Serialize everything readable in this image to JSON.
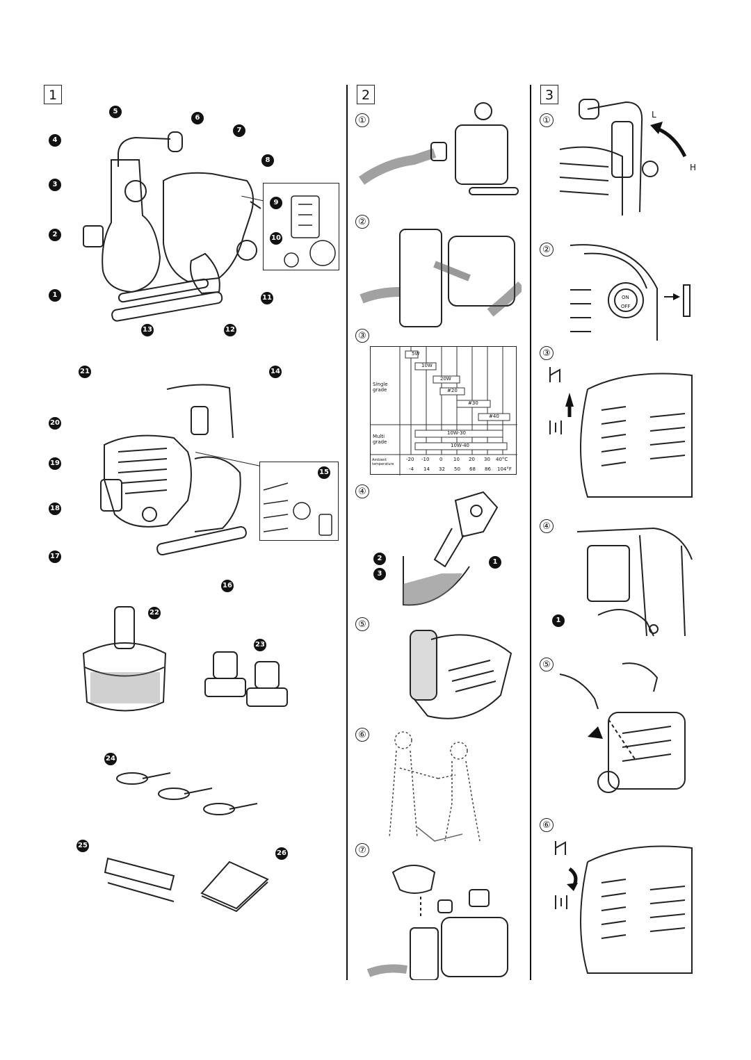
{
  "sections": [
    {
      "id": "1",
      "label": "1"
    },
    {
      "id": "2",
      "label": "2"
    },
    {
      "id": "3",
      "label": "3"
    }
  ],
  "section1": {
    "callouts": [
      "1",
      "2",
      "3",
      "4",
      "5",
      "6",
      "7",
      "8",
      "9",
      "10",
      "11",
      "12",
      "13",
      "14",
      "15",
      "16",
      "17",
      "18",
      "19",
      "20",
      "21",
      "22",
      "23",
      "24",
      "25",
      "26"
    ]
  },
  "section2": {
    "steps": [
      "①",
      "②",
      "③",
      "④",
      "⑤",
      "⑥",
      "⑦"
    ],
    "oil_chart": {
      "single_grade": "Single grade",
      "multi_grade": "Multi grade",
      "ambient": "Ambient temperature",
      "grades": [
        "5W",
        "10W",
        "20W",
        "#20",
        "#30",
        "#40",
        "10W-30",
        "10W-40"
      ],
      "celsius": [
        "-20",
        "-10",
        "0",
        "10",
        "20",
        "30",
        "40°C"
      ],
      "fahrenheit": [
        "-4",
        "14",
        "32",
        "50",
        "68",
        "86",
        "104°F"
      ]
    },
    "step4_callouts": [
      "2",
      "3",
      "1"
    ]
  },
  "section3": {
    "steps": [
      "①",
      "②",
      "③",
      "④",
      "⑤",
      "⑥"
    ],
    "lever_L": "L",
    "lever_H": "H",
    "switch_on": "ON",
    "switch_off": "OFF",
    "step4_callout": "1"
  }
}
